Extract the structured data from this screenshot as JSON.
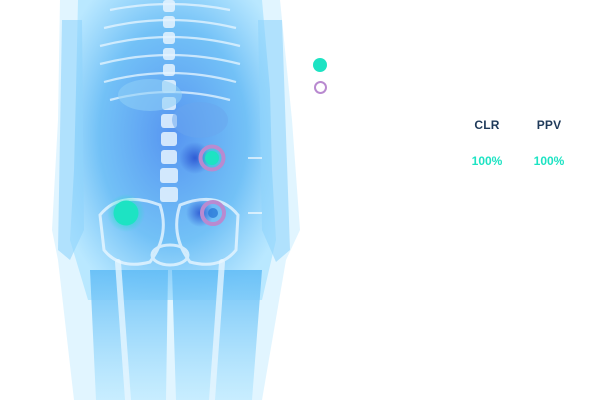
{
  "colors": {
    "teal": "#1de3c3",
    "purple": "#b98ad0",
    "navy": "#1f3a5a",
    "body_blue": "#57b2f2"
  },
  "legend": [
    {
      "marker": "filled-circle",
      "color": "#1de3c3"
    },
    {
      "marker": "ring-circle",
      "color": "#b98ad0"
    }
  ],
  "metrics": [
    {
      "label": "CLR",
      "value": "100%"
    },
    {
      "label": "PPV",
      "value": "100%"
    }
  ],
  "markers": [
    {
      "type": "ring-with-center",
      "region": "left-abdomen"
    },
    {
      "type": "filled",
      "region": "right-pelvis"
    },
    {
      "type": "ring-with-center",
      "region": "left-pelvis"
    }
  ]
}
